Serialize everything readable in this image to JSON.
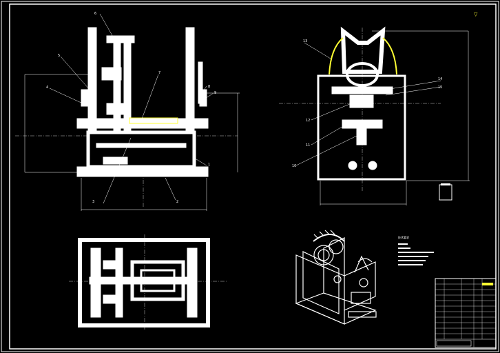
{
  "drawing": {
    "background_color": "#000000",
    "line_color": "#ffffff",
    "dim_color": "#ffffff",
    "highlight_color": "#ffff33",
    "corner_symbol": "▽",
    "front_view_labels": [
      "6",
      "5",
      "4",
      "7",
      "8",
      "9",
      "3",
      "2",
      "1"
    ],
    "side_view_labels": [
      "10",
      "11",
      "12",
      "13",
      "14",
      "15"
    ],
    "notes_title": "技术要求"
  }
}
